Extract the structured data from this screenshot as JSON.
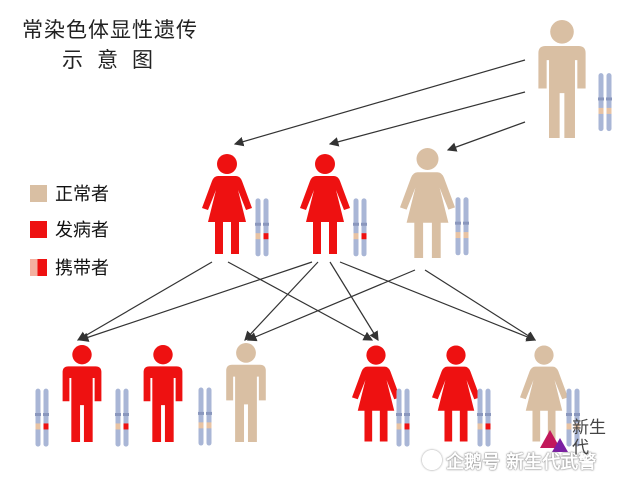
{
  "title": {
    "line1": "常染色体显性遗传",
    "line2": "示意图"
  },
  "legend": [
    {
      "label": "正常者",
      "color": "#d9bfa3"
    },
    {
      "label": "发病者",
      "color": "#ee1111"
    },
    {
      "label": "携带者",
      "color": "#ee1111"
    }
  ],
  "colors": {
    "normal": "#d9bfa3",
    "affected": "#ee1111",
    "chromosome": "#a9b6d6",
    "arrow": "#333333"
  },
  "people": [
    {
      "id": "grandfather",
      "sex": "male",
      "status": "normal",
      "chromosome": "normal"
    },
    {
      "id": "gen2-1",
      "sex": "female",
      "status": "affected",
      "chromosome": "carrier"
    },
    {
      "id": "gen2-2",
      "sex": "female",
      "status": "affected",
      "chromosome": "carrier"
    },
    {
      "id": "gen2-3",
      "sex": "female",
      "status": "normal",
      "chromosome": "normal"
    },
    {
      "id": "gen3-1",
      "sex": "male",
      "status": "affected",
      "chromosome": "carrier"
    },
    {
      "id": "gen3-2",
      "sex": "male",
      "status": "affected",
      "chromosome": "carrier"
    },
    {
      "id": "gen3-3",
      "sex": "male",
      "status": "normal",
      "chromosome": "normal"
    },
    {
      "id": "gen3-4",
      "sex": "female",
      "status": "affected",
      "chromosome": "carrier"
    },
    {
      "id": "gen3-5",
      "sex": "female",
      "status": "affected",
      "chromosome": "carrier"
    },
    {
      "id": "gen3-6",
      "sex": "female",
      "status": "normal",
      "chromosome": "normal"
    }
  ],
  "watermark": {
    "text": "企鹅号 新生代武警",
    "logo_text": "新生代"
  }
}
